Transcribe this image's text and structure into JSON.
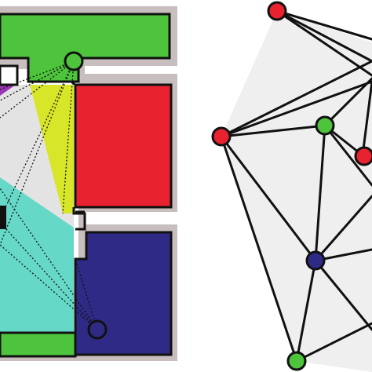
{
  "figure": {
    "left_panel": {
      "regions": [
        {
          "name": "green",
          "color": "#4dc43c"
        },
        {
          "name": "red",
          "color": "#e8222e"
        },
        {
          "name": "navy",
          "color": "#2f2a86"
        },
        {
          "name": "cyan",
          "color": "#66d8c8"
        },
        {
          "name": "yellow",
          "color": "#d8e62a"
        },
        {
          "name": "purple",
          "color": "#9a35b8"
        },
        {
          "name": "light-gray",
          "color": "#e3e3e3"
        }
      ],
      "guards": [
        {
          "name": "top",
          "color": "#4dc43c"
        },
        {
          "name": "bottom",
          "color": "#2f2a86"
        }
      ],
      "wall_color": "#c8bebd",
      "sight_line_style": "dotted"
    },
    "right_panel": {
      "face_color": "#efefef",
      "edge_color": "#111111",
      "vertex_colors": {
        "red": "#e8222e",
        "green": "#4dc43c",
        "blue": "#2f2a86"
      },
      "vertices": [
        "red",
        "red",
        "red",
        "green",
        "blue",
        "green"
      ]
    }
  }
}
